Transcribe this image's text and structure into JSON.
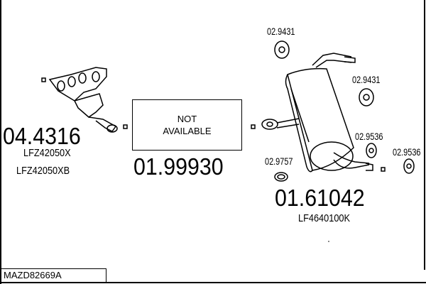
{
  "parts": [
    {
      "number": "04.4316",
      "refs": [
        "LFZ42050X",
        "LFZ42050XB"
      ],
      "icon": "catalytic-converter-manifold"
    },
    {
      "number": "01.99930",
      "placeholder": [
        "NOT",
        "AVAILABLE"
      ]
    },
    {
      "number": "01.61042",
      "refs": [
        "LF4640100K"
      ],
      "icon": "rear-muffler"
    }
  ],
  "accessories": [
    {
      "number": "02.9431",
      "icon": "rubber-hanger"
    },
    {
      "number": "02.9431",
      "icon": "rubber-hanger"
    },
    {
      "number": "02.9536",
      "icon": "rubber-hanger"
    },
    {
      "number": "02.9536",
      "icon": "rubber-hanger"
    },
    {
      "number": "02.9757",
      "icon": "gasket-ring"
    }
  ],
  "vehicle_ref": "MAZD82669A"
}
